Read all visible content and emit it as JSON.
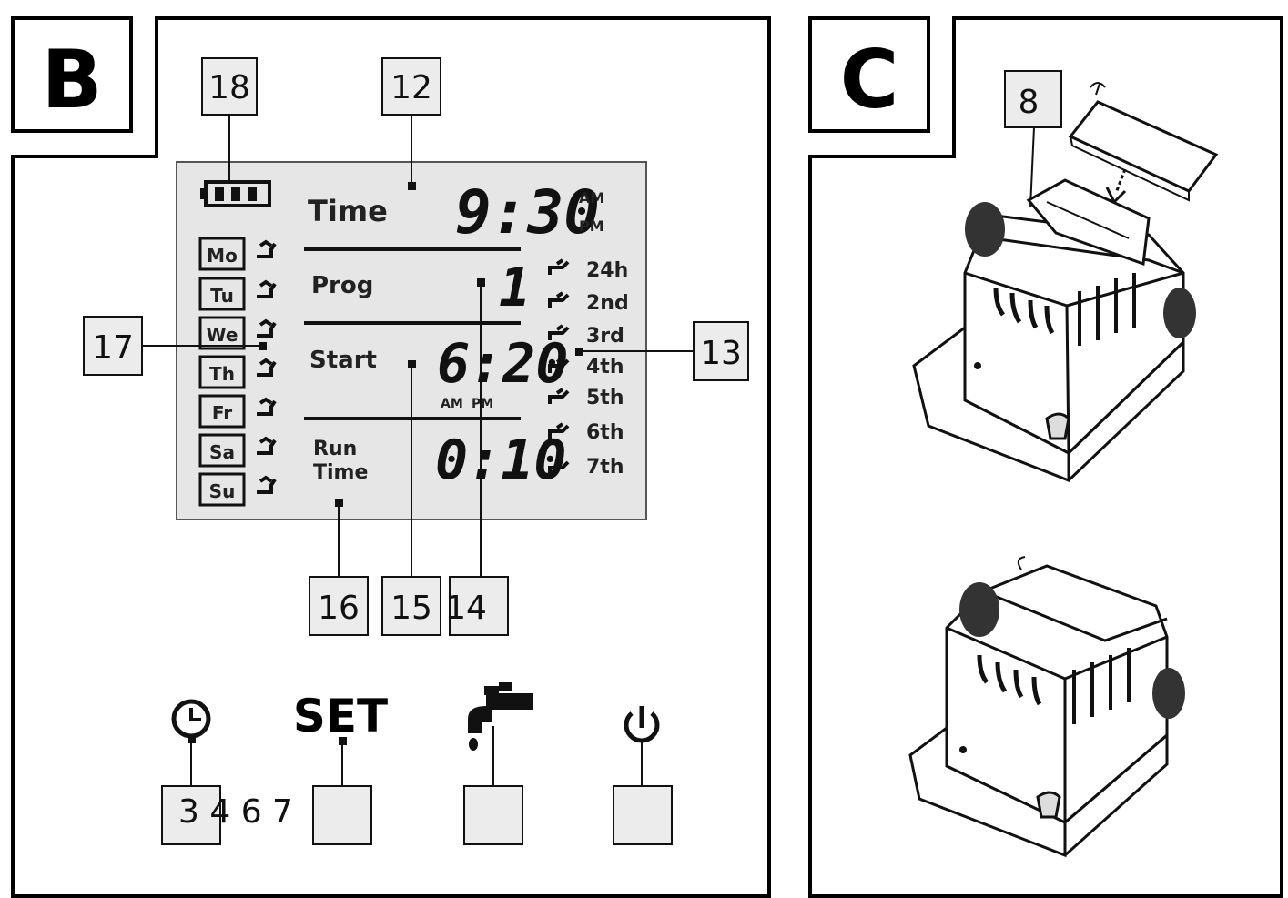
{
  "panel_b": {
    "letter": "B",
    "lcd": {
      "time_label": "Time",
      "time_value": "9:30",
      "am": "AM",
      "pm": "PM",
      "prog_label": "Prog",
      "prog_value": "1",
      "start_label": "Start",
      "start_value": "6:20",
      "start_am": "AM",
      "start_pm": "PM",
      "run_label_1": "Run",
      "run_label_2": "Time",
      "run_value": "0:10",
      "days": [
        "Mo",
        "Tu",
        "We",
        "Th",
        "Fr",
        "Sa",
        "Su"
      ],
      "intervals": [
        "24h",
        "2nd",
        "3rd",
        "4th",
        "5th",
        "6th",
        "7th"
      ]
    },
    "callouts": {
      "c18": "18",
      "c12": "12",
      "c17": "17",
      "c13": "13",
      "c16": "16",
      "c15": "15",
      "c14": "14",
      "bottom_row": "3 4 6 7"
    },
    "buttons": {
      "set_label": "SET",
      "clock_icon": "clock-icon",
      "tap_icon": "water-tap-icon",
      "power_icon": "power-icon"
    }
  },
  "panel_c": {
    "letter": "C",
    "callouts": {
      "c8": "8"
    }
  }
}
